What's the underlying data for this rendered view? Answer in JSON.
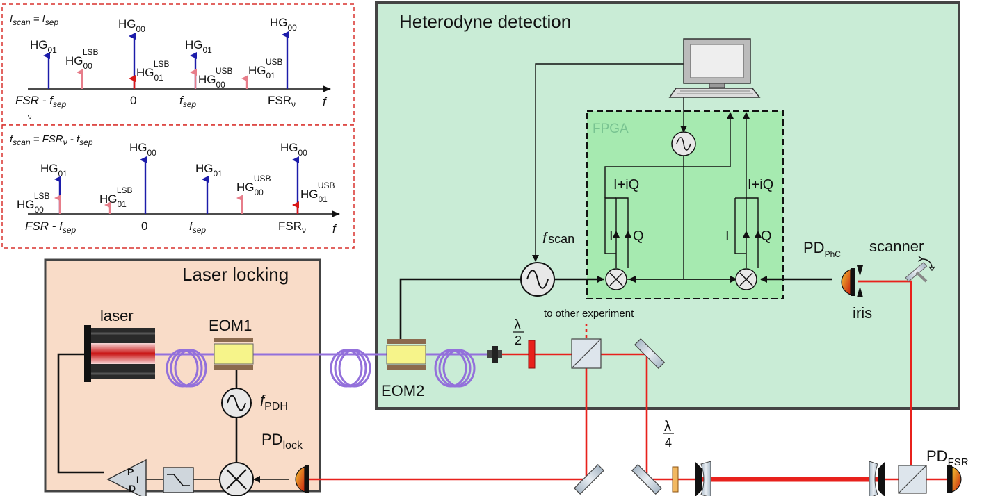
{
  "colors": {
    "heterodyne_bg": "#c9ecd6",
    "fpga_bg": "#a6eab0",
    "locking_bg": "#f9dcc8",
    "dashed_box": "#d9322f",
    "beam": "#e8211c",
    "fiber": "#9370db",
    "arrow_blue": "#1c1caa",
    "arrow_pink": "#e77d8a",
    "arrow_red": "#d81818",
    "fpga_label": "#78c391"
  },
  "icons": [
    "computer-icon",
    "oscillator-icon",
    "mixer-icon",
    "lowpass-filter-icon",
    "pid-controller-icon",
    "photodiode-icon",
    "mirror-icon",
    "beamsplitter-icon",
    "waveplate-icon",
    "fiber-coil-icon",
    "eom-icon",
    "laser-icon",
    "iris-icon",
    "scanner-icon",
    "cavity-mirror-icon"
  ],
  "spectrum_top": {
    "title_lhs": "f",
    "title_lhs_sub": "scan",
    "title_eq": " = f",
    "title_rhs_sub": "sep",
    "axis_f": "f",
    "axis_left": "FSR - f",
    "axis_left_sub": "sep",
    "axis_zero": "0",
    "axis_fsep": "f",
    "axis_fsep_sub": "sep",
    "axis_fsr": "FSR",
    "axis_fsr_sub": "ν",
    "stray_nu": "ν",
    "hg": "HG",
    "s00": "00",
    "s01": "01",
    "lsb": "LSB",
    "usb": "USB"
  },
  "spectrum_bottom": {
    "title_lhs": "f",
    "title_lhs_sub": "scan",
    "title_eq": " = FSR",
    "title_nu": "ν",
    "title_minus": " - f",
    "title_rhs_sub": "sep",
    "axis_f": "f",
    "axis_left": "FSR - f",
    "axis_left_sub": "sep",
    "axis_zero": "0",
    "axis_fsep": "f",
    "axis_fsep_sub": "sep",
    "axis_fsr": "FSR",
    "axis_fsr_sub": "ν"
  },
  "heterodyne": {
    "title": "Heterodyne detection",
    "fpga_label": "FPGA",
    "iq_left": "I+iQ",
    "iq_right": "I+iQ",
    "i_left": "I",
    "q_left": "Q",
    "i_right": "I",
    "q_right": "Q",
    "fscan": "f",
    "fscan_sub": "scan",
    "pd_phc": "PD",
    "pd_phc_sub": "PhC",
    "scanner": "scanner",
    "iris": "iris",
    "other_experiment": "to other experiment",
    "eom2": "EOM2",
    "half_wave_num": "λ",
    "half_wave_den": "2"
  },
  "locking": {
    "title": "Laser locking",
    "laser": "laser",
    "eom1": "EOM1",
    "fpdh": "f",
    "fpdh_sub": "PDH",
    "pd_lock": "PD",
    "pd_lock_sub": "lock",
    "pid_p": "P",
    "pid_i": "I",
    "pid_d": "D"
  },
  "cavity": {
    "quarter_wave_num": "λ",
    "quarter_wave_den": "4",
    "pd_fsr": "PD",
    "pd_fsr_sub": "FSR"
  }
}
